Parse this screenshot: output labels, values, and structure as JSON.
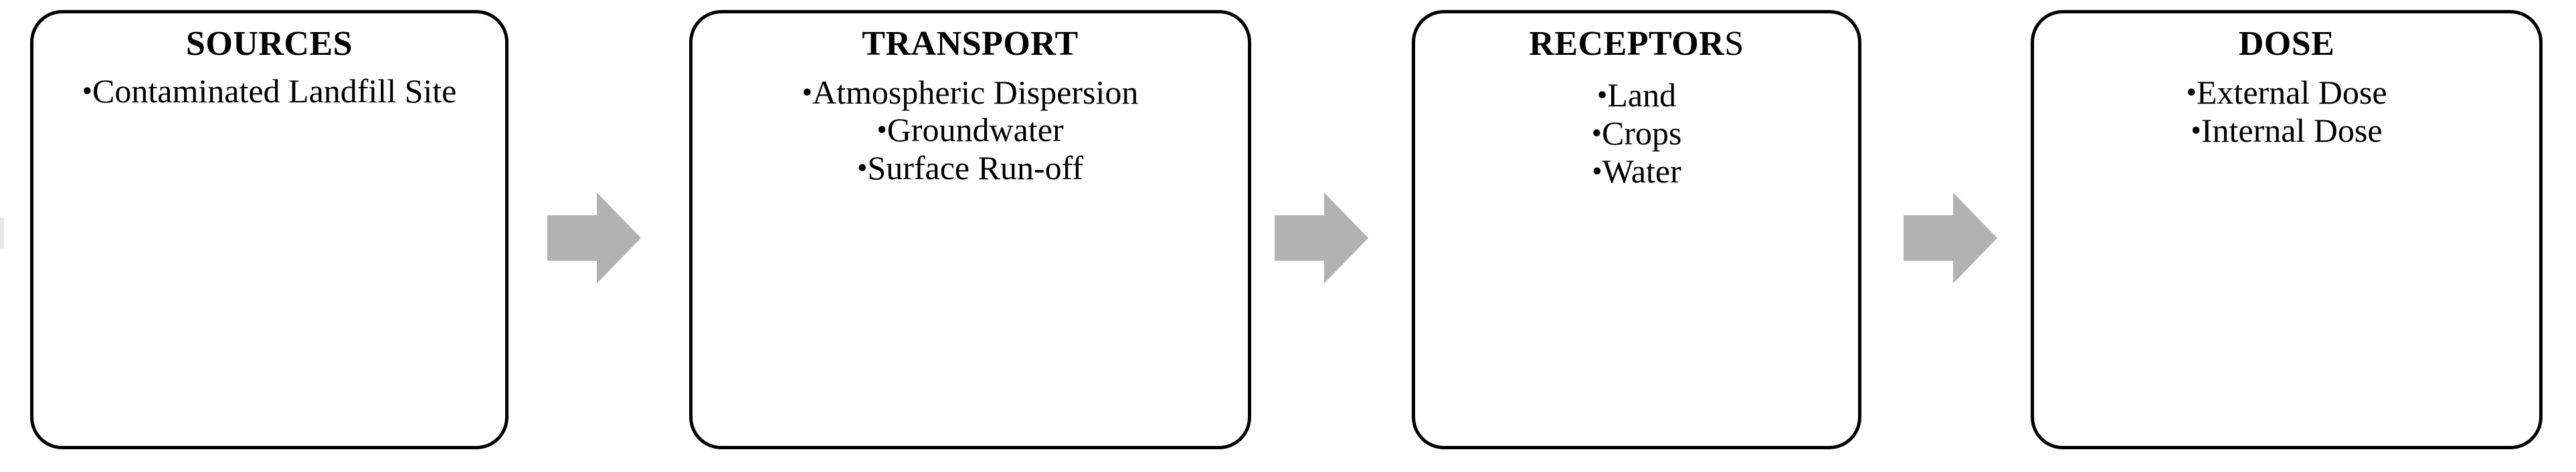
{
  "diagram": {
    "title": "Source-Pathway-Receptor-Dose conceptual flow",
    "arrow_color": "#b2b2b2",
    "border_color": "#000000",
    "background_color": "#ffffff",
    "bullet_glyph": "•"
  },
  "stages": [
    {
      "id": "sources",
      "title": "SOURCES",
      "title_head": "SOURCES",
      "title_tail": "",
      "items": [
        "Contaminated Landfill Site"
      ]
    },
    {
      "id": "transport",
      "title": "TRANSPORT",
      "title_head": "TRANSPORT",
      "title_tail": "",
      "items": [
        "Atmospheric Dispersion",
        "Groundwater",
        "Surface Run-off"
      ]
    },
    {
      "id": "receptors",
      "title": "RECEPTORS",
      "title_head": "RECEPTOR",
      "title_tail": "S",
      "items": [
        "Land",
        "Crops",
        "Water"
      ]
    },
    {
      "id": "dose",
      "title": "DOSE",
      "title_head": "DOSE",
      "title_tail": "",
      "items": [
        "External Dose",
        "Internal Dose"
      ]
    }
  ],
  "arrows": [
    {
      "id": "arrow-1",
      "from": "sources",
      "to": "transport",
      "direction": "right"
    },
    {
      "id": "arrow-2",
      "from": "transport",
      "to": "receptors",
      "direction": "right"
    },
    {
      "id": "arrow-3",
      "from": "receptors",
      "to": "dose",
      "direction": "right"
    }
  ]
}
